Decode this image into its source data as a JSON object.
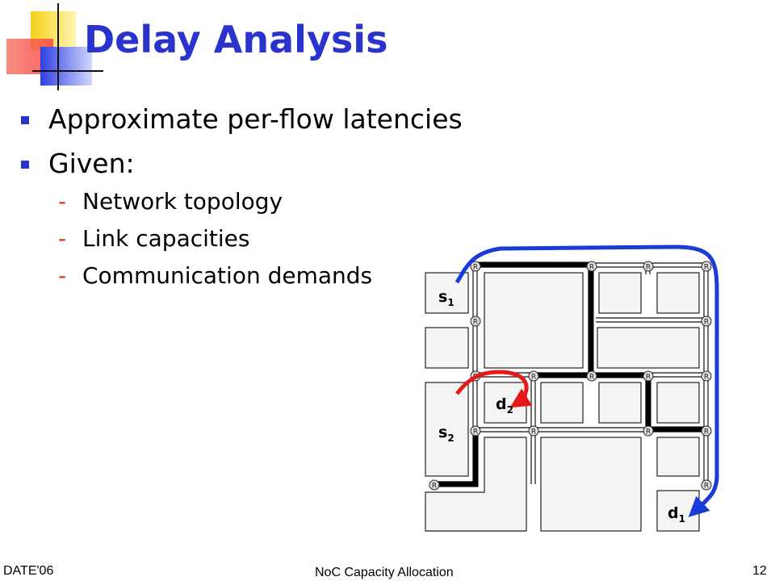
{
  "slide": {
    "title": "Delay Analysis",
    "bullets": [
      "Approximate per-flow latencies",
      "Given:"
    ],
    "sub_bullets": [
      "Network topology",
      "Link capacities",
      "Communication demands"
    ],
    "dash": "-"
  },
  "diagram": {
    "router_label": "R",
    "nodes": {
      "s1": {
        "base": "s",
        "sub": "1"
      },
      "s2": {
        "base": "s",
        "sub": "2"
      },
      "d1": {
        "base": "d",
        "sub": "1"
      },
      "d2": {
        "base": "d",
        "sub": "2"
      }
    },
    "colors": {
      "flow1": "#1a3bd6",
      "flow2": "#e81818"
    }
  },
  "footer": {
    "left": "DATE'06",
    "center": "NoC Capacity Allocation",
    "page": "12"
  },
  "colors": {
    "title": "#2a33cc",
    "bullet": "#2a33cc",
    "dash": "#e03020"
  }
}
